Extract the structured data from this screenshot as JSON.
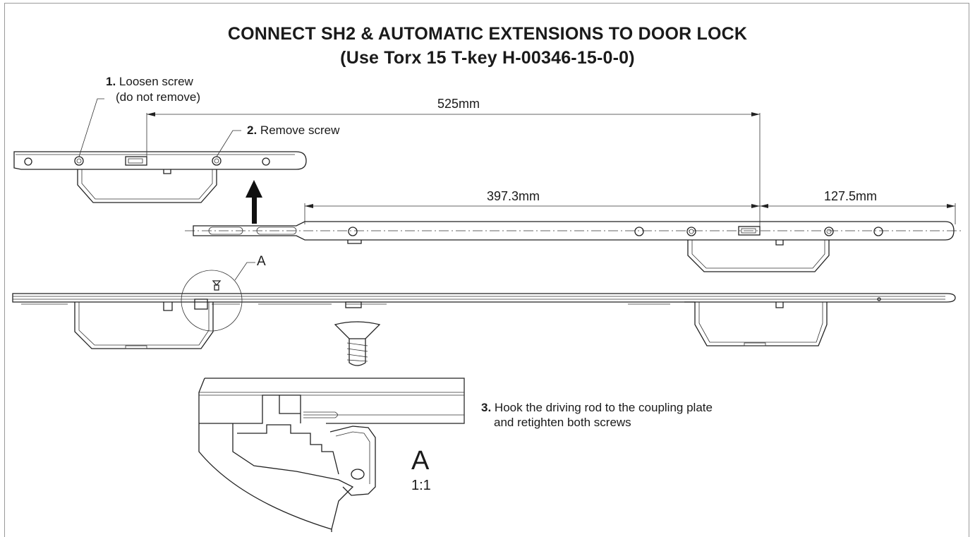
{
  "title": {
    "line1": "CONNECT SH2 & AUTOMATIC EXTENSIONS TO DOOR LOCK",
    "line2": "(Use Torx 15 T-key H-00346-15-0-0)"
  },
  "steps": {
    "step1_number": "1.",
    "step1_text": "Loosen screw",
    "step1_note": "(do not remove)",
    "step2_number": "2.",
    "step2_text": "Remove screw",
    "step3_number": "3.",
    "step3_line1": "Hook the driving rod to the coupling plate",
    "step3_line2": "and retighten both screws"
  },
  "dimensions": {
    "overall": "525mm",
    "left_segment": "397.3mm",
    "right_segment": "127.5mm"
  },
  "detail": {
    "callout_label": "A",
    "detail_label": "A",
    "scale": "1:1"
  },
  "colors": {
    "line": "#222222",
    "text": "#1a1a1a",
    "frame": "#9a9a9a"
  }
}
